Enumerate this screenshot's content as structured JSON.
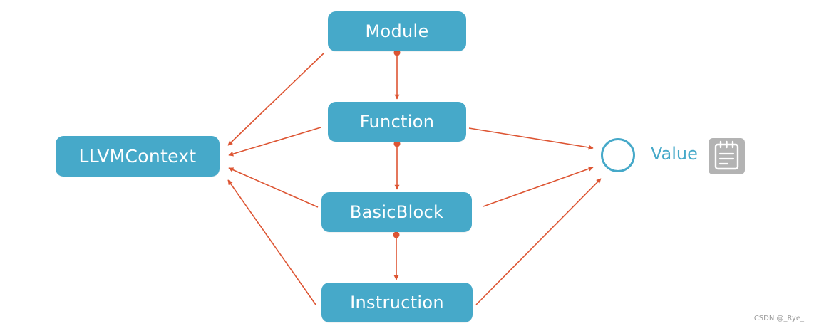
{
  "nodes": {
    "module": "Module",
    "function": "Function",
    "basicblock": "BasicBlock",
    "instruction": "Instruction",
    "context": "LLVMContext"
  },
  "value": {
    "label": "Value",
    "icon": "notepad-icon"
  },
  "watermark": "CSDN @_Rye_",
  "colors": {
    "node_fill": "#46a9c9",
    "node_text": "#ffffff",
    "edge": "#dd5533",
    "icon_bg": "#b3b3b3"
  }
}
